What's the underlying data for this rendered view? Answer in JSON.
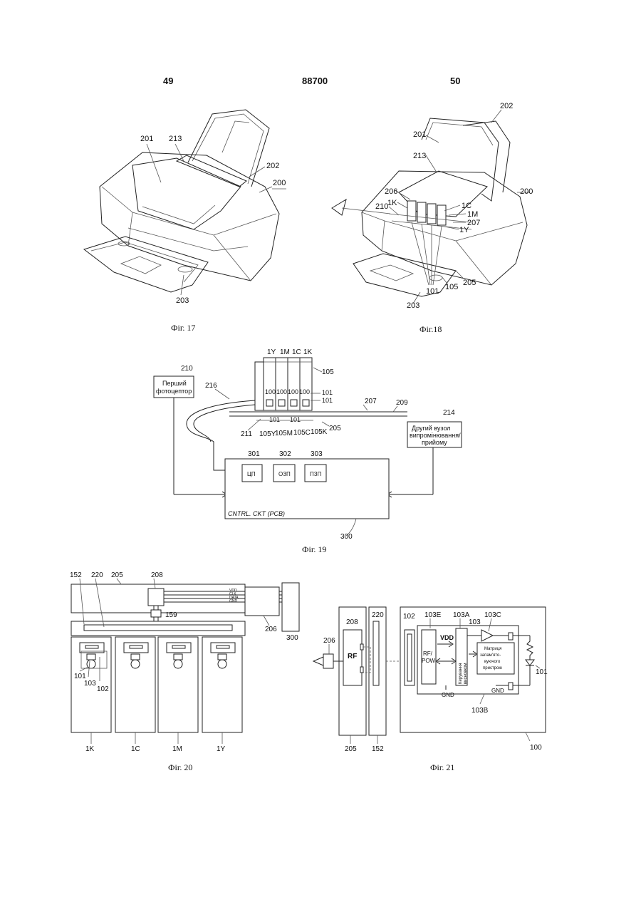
{
  "header": {
    "left_page": "49",
    "patent_number": "88700",
    "right_page": "50"
  },
  "captions": {
    "fig17": "Фіг. 17",
    "fig18": "Фіг.18",
    "fig19": "Фіг. 19",
    "fig20": "Фіг. 20",
    "fig21": "Фіг. 21"
  },
  "fig17": {
    "labels": [
      "201",
      "213",
      "202",
      "200",
      "203"
    ]
  },
  "fig18": {
    "labels": [
      "202",
      "201",
      "213",
      "206",
      "1K",
      "210",
      "1C",
      "1M",
      "207",
      "1Y",
      "200",
      "101",
      "105",
      "205",
      "203"
    ]
  },
  "fig19": {
    "cartridge_labels": [
      "1Y",
      "1M",
      "1C",
      "1K"
    ],
    "ref_105": "105",
    "ref_100": "100",
    "ref_101": "101",
    "sensor_ref": "210",
    "sensor_text": [
      "Перший",
      "фотоцептор"
    ],
    "cable_ref": "216",
    "rail_ref_207": "207",
    "rail_ref_209": "209",
    "ref_211": "211",
    "slot_labels": [
      "105Y",
      "105M",
      "105C",
      "105K"
    ],
    "ref_205": "205",
    "second_ref": "214",
    "second_text": [
      "Другий вузол",
      "випромінювання/",
      "прийому"
    ],
    "blocks": [
      {
        "ref": "301",
        "label": "ЦП"
      },
      {
        "ref": "302",
        "label": "ОЗП"
      },
      {
        "ref": "303",
        "label": "ПЗП"
      }
    ],
    "ctrl_label": "CNTRL. CKT (PCB)",
    "ctrl_ref": "300"
  },
  "fig20": {
    "refs_top": [
      "152",
      "220",
      "205",
      "208"
    ],
    "bus_lines": [
      "VDD",
      "CLK",
      "DATA",
      "GND"
    ],
    "ref_159": "159",
    "ref_206": "206",
    "ref_300": "300",
    "detail_refs": [
      "101",
      "103",
      "102"
    ],
    "cartridges": [
      "1K",
      "1C",
      "1M",
      "1Y"
    ]
  },
  "fig21": {
    "ref_206": "206",
    "ref_208": "208",
    "rf_label": "RF",
    "ref_220": "220",
    "ref_102": "102",
    "ref_103E": "103E",
    "ref_103A": "103A",
    "ref_103": "103",
    "ref_103C": "103C",
    "vdd": "VDD",
    "rfpow": [
      "RF/",
      "POW"
    ],
    "ctrl_unit": [
      "Керування",
      "висновком"
    ],
    "matrix": [
      "Матриця",
      "запам'ято-",
      "вуючого",
      "пристрою"
    ],
    "gnd": "GND",
    "ref_103B": "103B",
    "ref_101": "101",
    "ref_205": "205",
    "ref_152": "152",
    "ref_100": "100"
  }
}
